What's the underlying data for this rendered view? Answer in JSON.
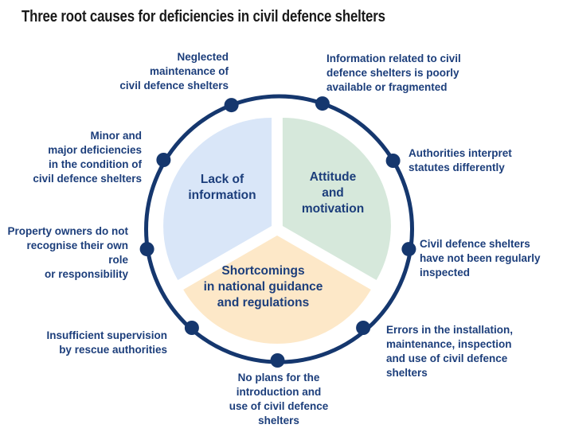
{
  "title": "Three root causes for deficiencies in civil defence shelters",
  "colors": {
    "ring": "#15376e",
    "text_navy": "#1c3e7b",
    "segment_blue": "#d9e6f8",
    "segment_green": "#d6e8db",
    "segment_orange": "#fde8c8"
  },
  "diagram": {
    "segments": [
      {
        "id": "lack-of-information",
        "label": "Lack of\ninformation",
        "color": "#d9e6f8"
      },
      {
        "id": "attitude-and-motivation",
        "label": "Attitude\nand\nmotivation",
        "color": "#d6e8db"
      },
      {
        "id": "shortcomings-guidance",
        "label": "Shortcomings\nin national guidance\nand regulations",
        "color": "#fde8c8"
      }
    ],
    "callouts": [
      {
        "id": "neglected-maintenance",
        "text": "Neglected\nmaintenance of\ncivil defence shelters"
      },
      {
        "id": "information-fragmented",
        "text": "Information related to civil\ndefence shelters is poorly\navailable or fragmented"
      },
      {
        "id": "authorities-interpret",
        "text": "Authorities interpret\nstatutes differently"
      },
      {
        "id": "not-regularly-inspected",
        "text": "Civil defence shelters\nhave not been regularly\ninspected"
      },
      {
        "id": "errors-installation",
        "text": "Errors in the installation,\nmaintenance, inspection\nand use of civil defence\nshelters"
      },
      {
        "id": "no-plans-introduction",
        "text": "No plans for the\nintroduction and\nuse of civil defence\nshelters"
      },
      {
        "id": "insufficient-supervision",
        "text": "Insufficient supervision\nby rescue authorities"
      },
      {
        "id": "property-owners-role",
        "text": "Property owners do not\nrecognise their own role\nor responsibility"
      },
      {
        "id": "minor-major-deficiencies",
        "text": "Minor and\nmajor deficiencies\nin the condition of\ncivil defence shelters"
      }
    ]
  }
}
